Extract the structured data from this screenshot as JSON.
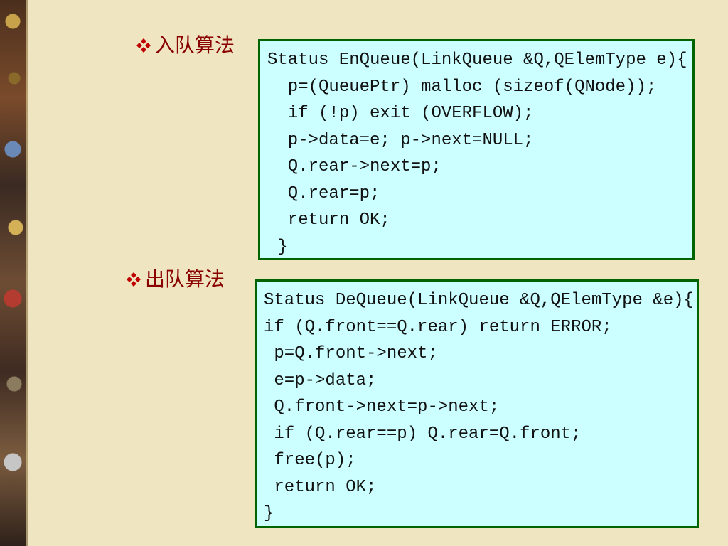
{
  "sections": [
    {
      "title": "入队算法",
      "code_lines": [
        "Status EnQueue(LinkQueue &Q,QElemType e){",
        "  p=(QueuePtr) malloc (sizeof(QNode));",
        "  if (!p) exit (OVERFLOW);",
        "  p->data=e; p->next=NULL;",
        "  Q.rear->next=p;",
        "  Q.rear=p;",
        "  return OK;",
        " }"
      ]
    },
    {
      "title": "出队算法",
      "code_lines": [
        "Status DeQueue(LinkQueue &Q,QElemType &e){",
        "if (Q.front==Q.rear) return ERROR;",
        " p=Q.front->next;",
        " e=p->data;",
        " Q.front->next=p->next;",
        " if (Q.rear==p) Q.rear=Q.front;",
        " free(p);",
        " return OK;",
        "}"
      ]
    }
  ]
}
